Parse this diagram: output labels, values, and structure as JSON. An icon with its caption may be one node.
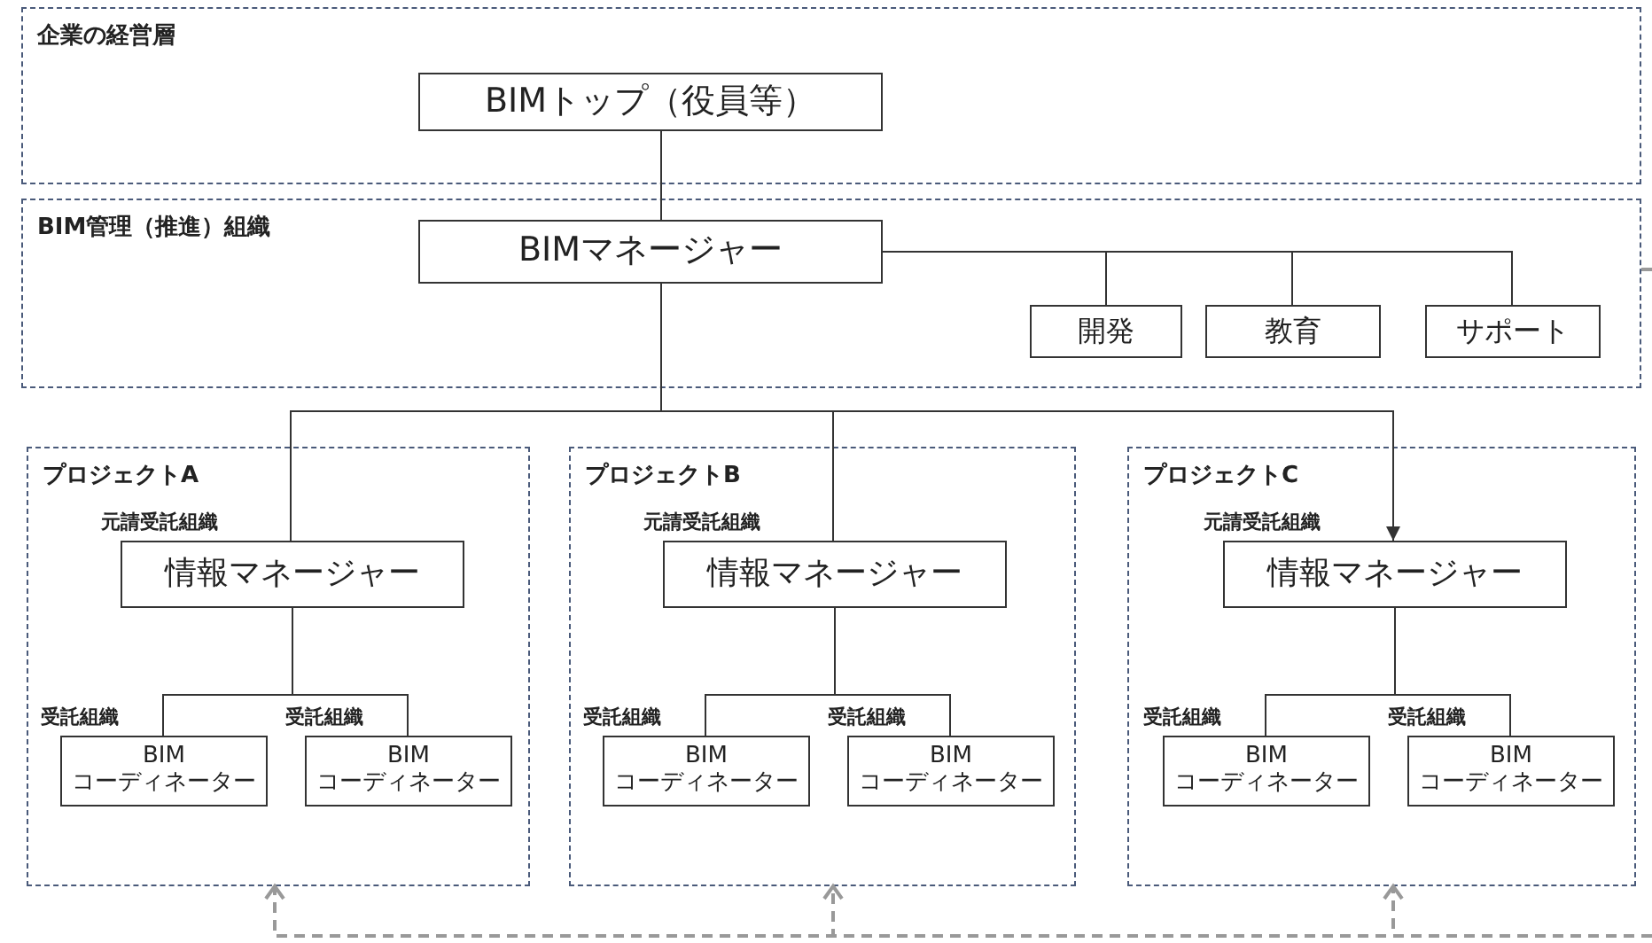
{
  "diagram": {
    "nodes": [
      {
        "text": [
          "企業の経営層"
        ]
      },
      {
        "text": [
          "BIMトップ（役員等）"
        ],
        "in": 0
      },
      {
        "text": [
          "BIM管理（推進）組織"
        ]
      },
      {
        "text": [
          "BIMマネージャー"
        ],
        "in": 2
      },
      {
        "text": [
          "開発"
        ],
        "in": 2
      },
      {
        "text": [
          "教育"
        ],
        "in": 2
      },
      {
        "text": [
          "サポート"
        ],
        "in": 2
      },
      {
        "text": [
          "プロジェクトA"
        ]
      },
      {
        "text": [
          "元請受託組織",
          "情報マネージャー"
        ],
        "in": 7
      },
      {
        "text": [
          "受託組織",
          "BIM コーディネーター"
        ],
        "in": 7
      },
      {
        "text": [
          "受託組織",
          "BIM コーディネーター"
        ],
        "in": 7
      },
      {
        "text": [
          "プロジェクトB"
        ]
      },
      {
        "text": [
          "元請受託組織",
          "情報マネージャー"
        ],
        "in": 11
      },
      {
        "text": [
          "受託組織",
          "BIM コーディネーター"
        ],
        "in": 11
      },
      {
        "text": [
          "受託組織",
          "BIM コーディネーター"
        ],
        "in": 11
      },
      {
        "text": [
          "プロジェクトC"
        ]
      },
      {
        "text": [
          "元請受託組織",
          "情報マネージャー"
        ],
        "in": 15
      },
      {
        "text": [
          "受託組織",
          "BIM コーディネーター"
        ],
        "in": 15
      },
      {
        "text": [
          "受託組織",
          "BIM コーディネーター"
        ],
        "in": 15
      }
    ],
    "edges": [
      {
        "from": 1,
        "to": 3,
        "arrow": "none"
      },
      {
        "from": 3,
        "to": 4,
        "arrow": "none"
      },
      {
        "from": 3,
        "to": 5,
        "arrow": "none"
      },
      {
        "from": 3,
        "to": 6,
        "arrow": "none"
      },
      {
        "from": 3,
        "to": 8,
        "arrow": "none"
      },
      {
        "from": 3,
        "to": 12,
        "arrow": "none"
      },
      {
        "from": 3,
        "to": 16,
        "arrow": "to"
      },
      {
        "from": 8,
        "to": 9,
        "arrow": "none"
      },
      {
        "from": 8,
        "to": 10,
        "arrow": "none"
      },
      {
        "from": 12,
        "to": 13,
        "arrow": "none"
      },
      {
        "from": 12,
        "to": 14,
        "arrow": "none"
      },
      {
        "from": 16,
        "to": 17,
        "arrow": "none"
      },
      {
        "from": 16,
        "to": 18,
        "arrow": "none"
      },
      {
        "from": 2,
        "to": null,
        "arrow": "none",
        "style": "dashed",
        "color": "#999999"
      },
      {
        "from": null,
        "to": 7,
        "arrow": "to",
        "style": "dashed",
        "color": "#999999"
      },
      {
        "from": null,
        "to": 11,
        "arrow": "to",
        "style": "dashed",
        "color": "#999999"
      },
      {
        "from": null,
        "to": 15,
        "arrow": "to",
        "style": "dashed",
        "color": "#999999"
      }
    ]
  }
}
